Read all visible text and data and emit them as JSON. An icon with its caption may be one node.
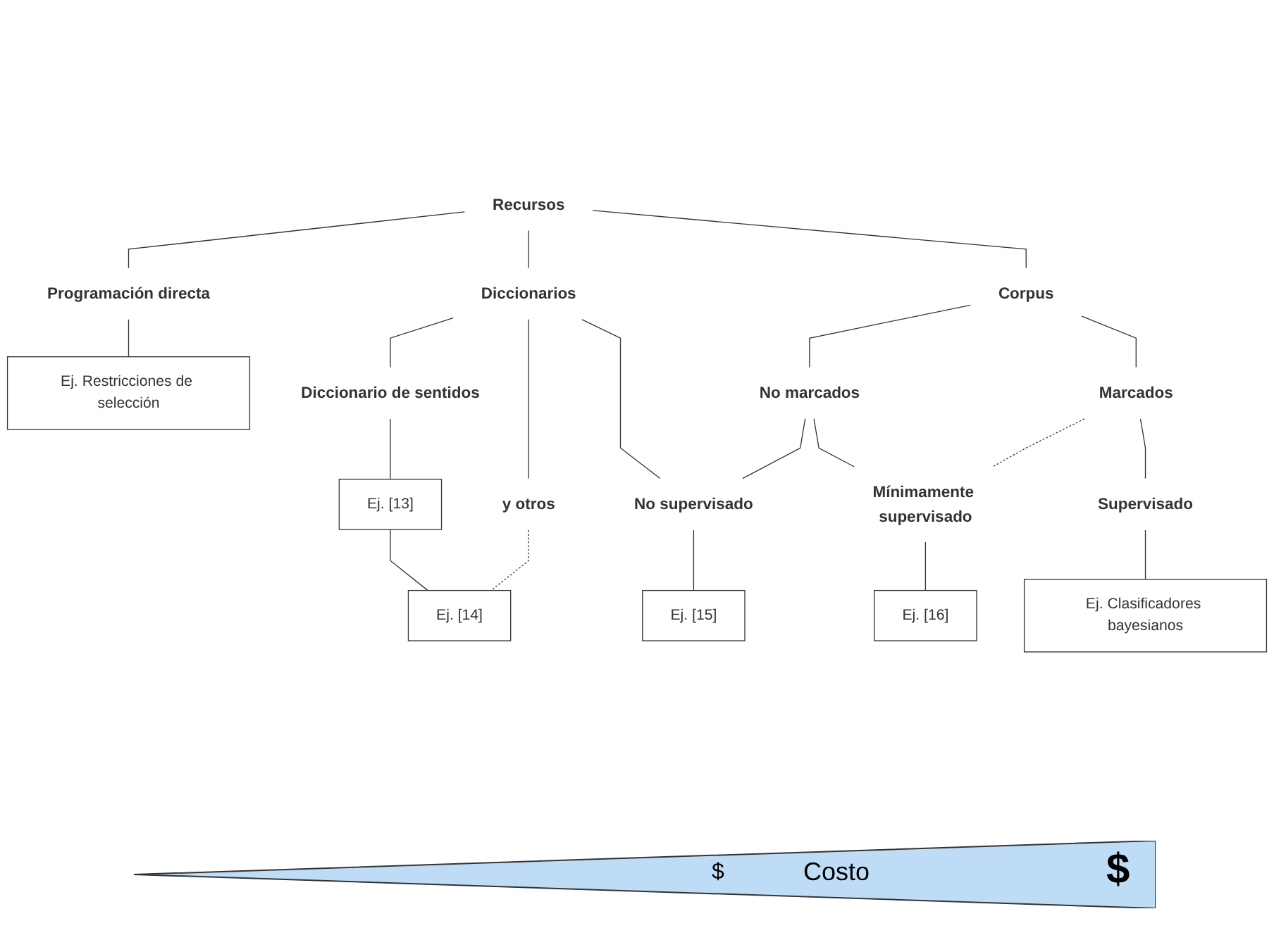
{
  "diagram": {
    "nodes": [
      {
        "text": [
          "Recursos"
        ]
      },
      {
        "text": [
          "Diccionarios"
        ]
      },
      {
        "text": [
          "Corpus"
        ]
      },
      {
        "text": [
          "Programación directa"
        ]
      },
      {
        "text": [
          "Ej. Restricciones de selección"
        ]
      },
      {
        "text": [
          "Diccionario de sentidos"
        ]
      },
      {
        "text": [
          "y otros"
        ]
      },
      {
        "text": [
          "No marcados"
        ]
      },
      {
        "text": [
          "Marcados"
        ]
      },
      {
        "text": [
          "Ej. [13]"
        ]
      },
      {
        "text": [
          "No supervisado"
        ]
      },
      {
        "text": [
          "Mínimamente supervisado"
        ]
      },
      {
        "text": [
          "Supervisado"
        ]
      },
      {
        "text": [
          "Ej. [14]"
        ]
      },
      {
        "text": [
          "Ej. [15]"
        ]
      },
      {
        "text": [
          "Ej. [16]"
        ]
      },
      {
        "text": [
          "Ej. Clasificadores bayesianos"
        ]
      }
    ],
    "edges": [
      {
        "from": 0,
        "to": 1,
        "arrow": "none"
      },
      {
        "from": 0,
        "to": 2,
        "arrow": "none"
      },
      {
        "from": 0,
        "to": 3,
        "arrow": "none"
      },
      {
        "from": 3,
        "to": 4,
        "arrow": "none"
      },
      {
        "from": 1,
        "to": 5,
        "arrow": "none"
      },
      {
        "from": 1,
        "to": 6,
        "arrow": "none"
      },
      {
        "from": 1,
        "to": 10,
        "arrow": "none"
      },
      {
        "from": 2,
        "to": 7,
        "arrow": "none"
      },
      {
        "from": 2,
        "to": 8,
        "arrow": "none"
      },
      {
        "from": 7,
        "to": 10,
        "arrow": "none"
      },
      {
        "from": 7,
        "to": 11,
        "arrow": "none"
      },
      {
        "from": 8,
        "to": 11,
        "arrow": "none",
        "style": "dashed"
      },
      {
        "from": 8,
        "to": 12,
        "arrow": "none"
      },
      {
        "from": 5,
        "to": 9,
        "arrow": "none"
      },
      {
        "from": 9,
        "to": 13,
        "arrow": "none"
      },
      {
        "from": 6,
        "to": 13,
        "arrow": "none",
        "style": "dashed"
      },
      {
        "from": 10,
        "to": 14,
        "arrow": "none"
      },
      {
        "from": 11,
        "to": 15,
        "arrow": "none"
      },
      {
        "from": 12,
        "to": 16,
        "arrow": "none"
      }
    ],
    "labels": [
      "$",
      "Costo",
      "$"
    ]
  }
}
